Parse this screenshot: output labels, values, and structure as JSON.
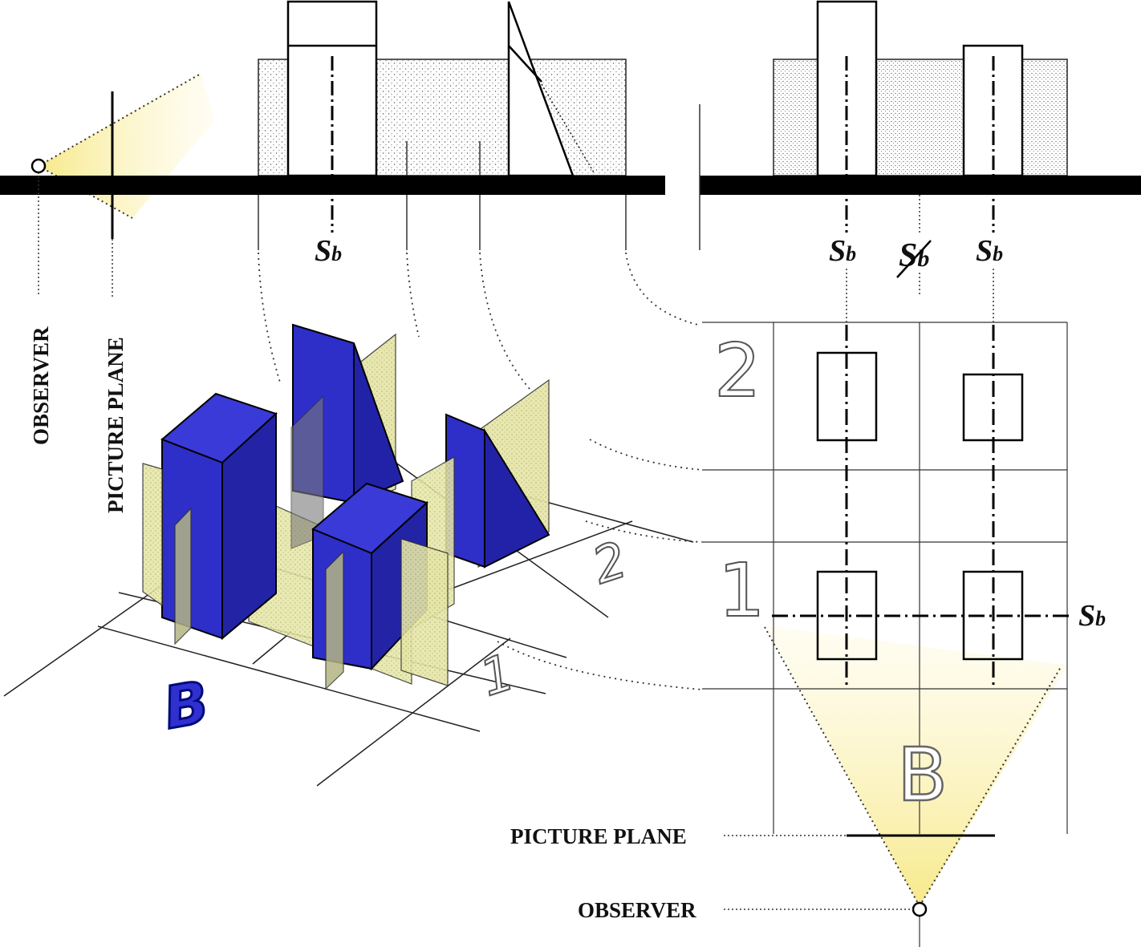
{
  "labels": {
    "observer": "OBSERVER",
    "picture_plane": "PICTURE PLANE",
    "sb_main": "S",
    "sb_sub": "b",
    "row_1": "1",
    "row_2": "2",
    "view_letter": "B"
  },
  "colors": {
    "block_blue": "#2e2ec8",
    "block_blue_dark": "#1e1e9a",
    "plane_yellow": "#e6e6a8",
    "view_cone": "#fbf1b8",
    "ground": "#000000"
  }
}
